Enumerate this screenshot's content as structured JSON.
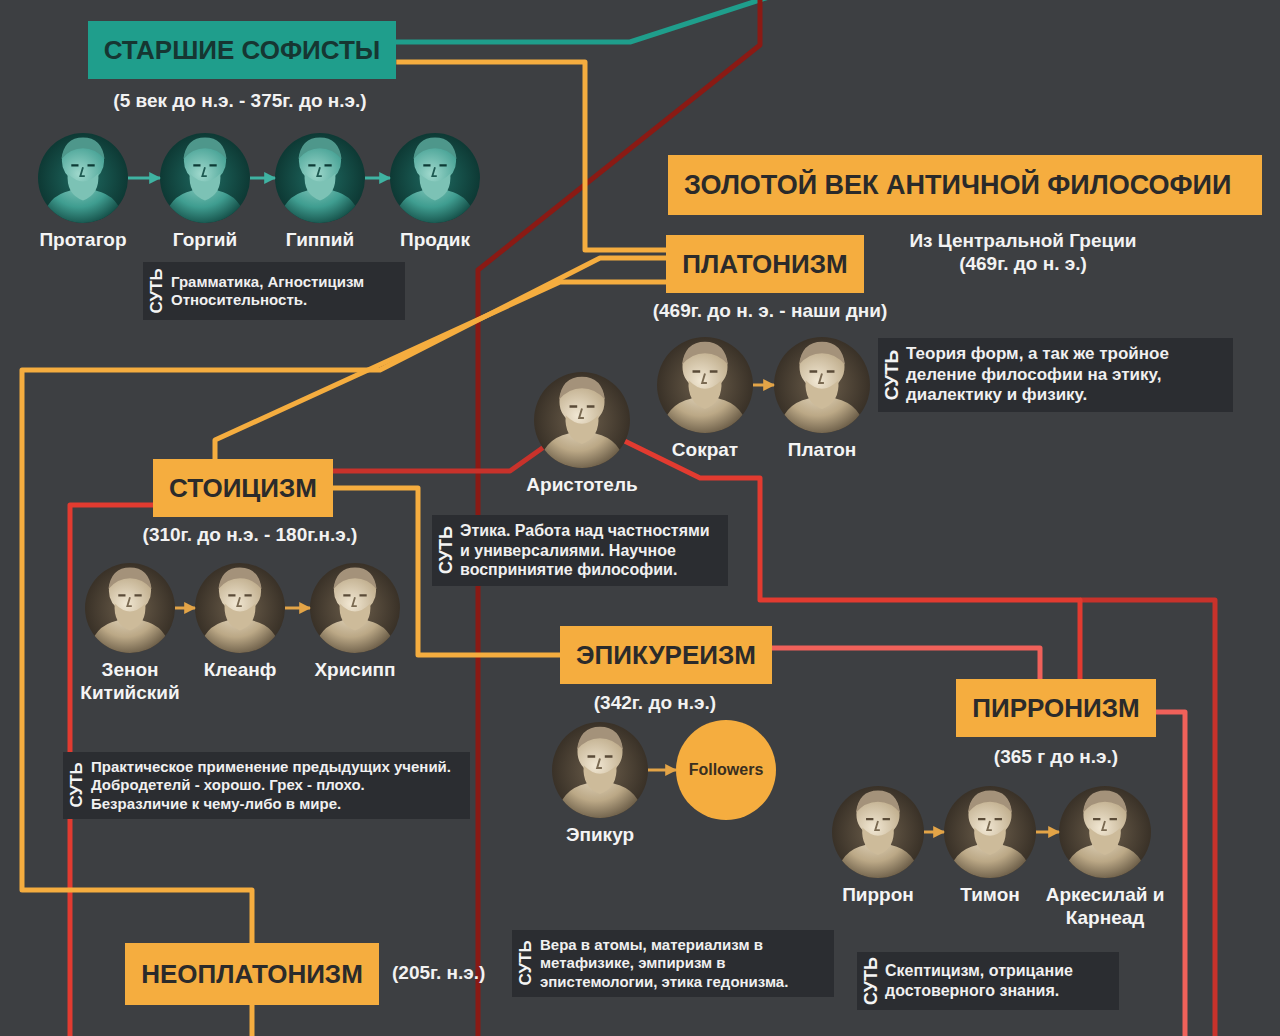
{
  "diagram": {
    "title": "ЗОЛОТОЙ ВЕК АНТИЧНОЙ ФИЛОСОФИИ",
    "nodes": [
      {
        "text": [
          "СТАРШИЕ СОФИСТЫ"
        ]
      },
      {
        "text": [
          "Протагор"
        ]
      },
      {
        "text": [
          "Горгий"
        ]
      },
      {
        "text": [
          "Гиппий"
        ]
      },
      {
        "text": [
          "Продик"
        ]
      },
      {
        "text": [
          "СУТЬ",
          "Грамматика, Агностицизм Относительность."
        ]
      },
      {
        "text": [
          "ПЛАТОНИЗМ"
        ]
      },
      {
        "text": [
          "Сократ"
        ]
      },
      {
        "text": [
          "Платон"
        ]
      },
      {
        "text": [
          "СУТЬ",
          "Теория форм, а так же тройное деление философии на этику, диалектику и физику."
        ]
      },
      {
        "text": [
          "Аристотель"
        ]
      },
      {
        "text": [
          "СУТЬ",
          "Этика. Работа над частностями и универсалиями. Научное восприниятие философии."
        ]
      },
      {
        "text": [
          "СТОИЦИЗМ"
        ]
      },
      {
        "text": [
          "Зенон Китийский"
        ]
      },
      {
        "text": [
          "Клеанф"
        ]
      },
      {
        "text": [
          "Хрисипп"
        ]
      },
      {
        "text": [
          "СУТЬ",
          "Практическое применение предыдущих учений. Добродетелй - хорошо. Грех - плохо. Безразличие к чему-либо в мире."
        ]
      },
      {
        "text": [
          "ЭПИКУРЕИЗМ"
        ]
      },
      {
        "text": [
          "Эпикур"
        ]
      },
      {
        "text": [
          "Followers"
        ]
      },
      {
        "text": [
          "ПИРРОНИЗМ"
        ]
      },
      {
        "text": [
          "Пиррон"
        ]
      },
      {
        "text": [
          "Тимон"
        ]
      },
      {
        "text": [
          "Аркесилай и Карнеад"
        ]
      },
      {
        "text": [
          "НЕОПЛАТОНИЗМ"
        ]
      },
      {
        "text": [
          "СУТЬ",
          "Вера в атомы, материализм в метафизике, эмпиризм в эпистемологии, этика гедонизма."
        ]
      },
      {
        "text": [
          "СУТЬ",
          "Скептицизм, отрицание достоверного знания."
        ]
      }
    ],
    "edges": [
      {
        "from": 0,
        "to": 6,
        "arrow": "none"
      },
      {
        "from": 6,
        "to": 12,
        "arrow": "none"
      },
      {
        "from": 10,
        "to": 12,
        "arrow": "none"
      },
      {
        "from": 12,
        "to": 17,
        "arrow": "none"
      },
      {
        "from": 10,
        "to": 20,
        "arrow": "none"
      },
      {
        "from": 17,
        "to": 20,
        "arrow": "none"
      },
      {
        "from": 6,
        "to": 24,
        "arrow": "none"
      },
      {
        "from": 1,
        "to": 2,
        "arrow": "to"
      },
      {
        "from": 2,
        "to": 3,
        "arrow": "to"
      },
      {
        "from": 3,
        "to": 4,
        "arrow": "to"
      },
      {
        "from": 7,
        "to": 8,
        "arrow": "to"
      },
      {
        "from": 13,
        "to": 14,
        "arrow": "to"
      },
      {
        "from": 14,
        "to": 15,
        "arrow": "to"
      },
      {
        "from": 18,
        "to": 19,
        "arrow": "to"
      },
      {
        "from": 21,
        "to": 22,
        "arrow": "to"
      },
      {
        "from": 22,
        "to": 23,
        "arrow": "to"
      }
    ],
    "labels": [
      "(5 век до н.э. - 375г. до н.э.)",
      "Из Центральной Греции (469г. до н. э.)",
      "(469г. до н. э. - наши дни)",
      "(310г. до н.э. - 180г.н.э.)",
      "(342г. до н.э.)",
      "(365 г до н.э.)",
      "(205г. н.э.)"
    ]
  }
}
